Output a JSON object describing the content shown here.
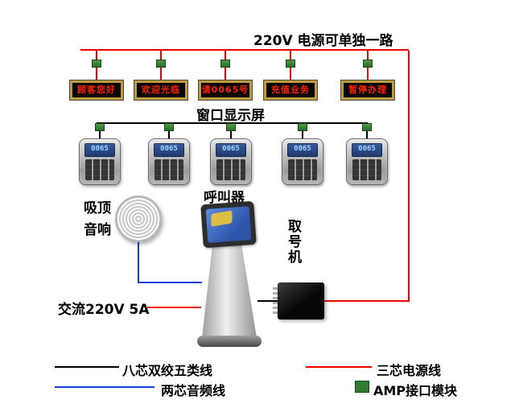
{
  "title": "220V  电源可单独一路",
  "window_display": {
    "label": "窗口显示屏",
    "screens": [
      "顾客您好",
      "欢迎光临",
      "请0065号",
      "充值业务",
      "暂停办理"
    ]
  },
  "caller": {
    "label": "呼叫器",
    "lcd": "0065"
  },
  "speaker_label": "吸顶音响",
  "kiosk_label": "取号机",
  "ac_power_label": "交流220V 5A",
  "legend": {
    "cat5": "八芯双绞五类线",
    "power": "三芯电源线",
    "audio": "两芯音频线",
    "amp": "AMP接口模块"
  },
  "colors": {
    "power_line": "#ee0000",
    "data_line": "#000000",
    "audio_line": "#1040e0",
    "amp_module_green": "#2e7d32",
    "led_text_red": "#ff2200"
  }
}
